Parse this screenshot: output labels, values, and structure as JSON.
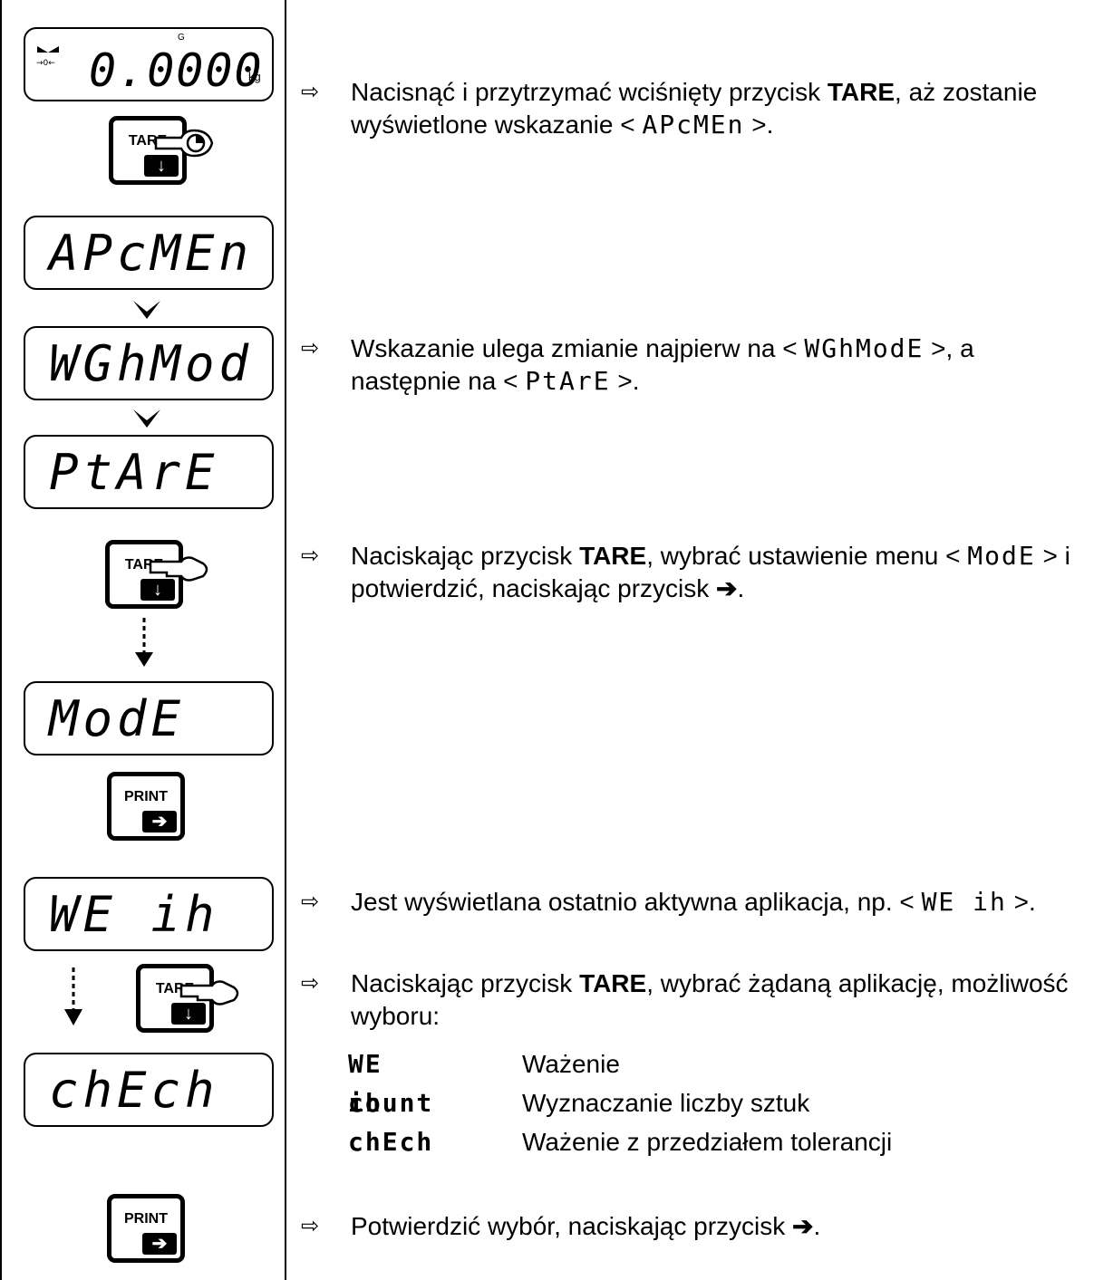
{
  "left_column": {
    "weight_display": {
      "value": "0.0000",
      "unit": "kg",
      "g_mark": "G"
    },
    "display_apcmen": "APcMEn",
    "display_wghmod": "WGhMod",
    "display_ptare": "PtArE",
    "display_mode": "ModE",
    "display_weih_1": "WE ih",
    "display_check": "chEch",
    "key_tare": "TARE",
    "key_print": "PRINT",
    "arrow_down_glyph": "↓",
    "arrow_right_glyph": "➔"
  },
  "steps": [
    {
      "marker": "⇨",
      "pre": "Nacisnąć i przytrzymać wciśnięty przycisk ",
      "bold": "TARE",
      "mid": ", aż zostanie wyświetlone wskazanie < ",
      "code": "APcMEn",
      "post": " >."
    },
    {
      "marker": "⇨",
      "pre": "Wskazanie ulega zmianie najpierw na < ",
      "code1": "WGhModE",
      "mid": " >, a następnie na < ",
      "code2": "PtArE",
      "post": " >."
    },
    {
      "marker": "⇨",
      "pre": "Naciskając przycisk ",
      "bold": "TARE",
      "mid": ", wybrać ustawienie menu < ",
      "code": "ModE",
      "post": " > i potwierdzić, naciskając przycisk ",
      "arrow": "➔",
      "end": "."
    },
    {
      "marker": "⇨",
      "pre": "Jest wyświetlana ostatnio aktywna aplikacja, np. < ",
      "code": "WE ih",
      "post": " >."
    },
    {
      "marker": "⇨",
      "pre": "Naciskając przycisk ",
      "bold": "TARE",
      "post": ", wybrać żądaną aplikację, możliwość wyboru:"
    },
    {
      "marker": "⇨",
      "pre": "Potwierdzić wybór, naciskając przycisk ",
      "arrow": "➔",
      "end": "."
    }
  ],
  "applications": [
    {
      "code": "WE ih",
      "desc": "Ważenie"
    },
    {
      "code": "count",
      "desc": "Wyznaczanie liczby sztuk"
    },
    {
      "code": "chEch",
      "desc": "Ważenie z przedziałem tolerancji"
    }
  ]
}
